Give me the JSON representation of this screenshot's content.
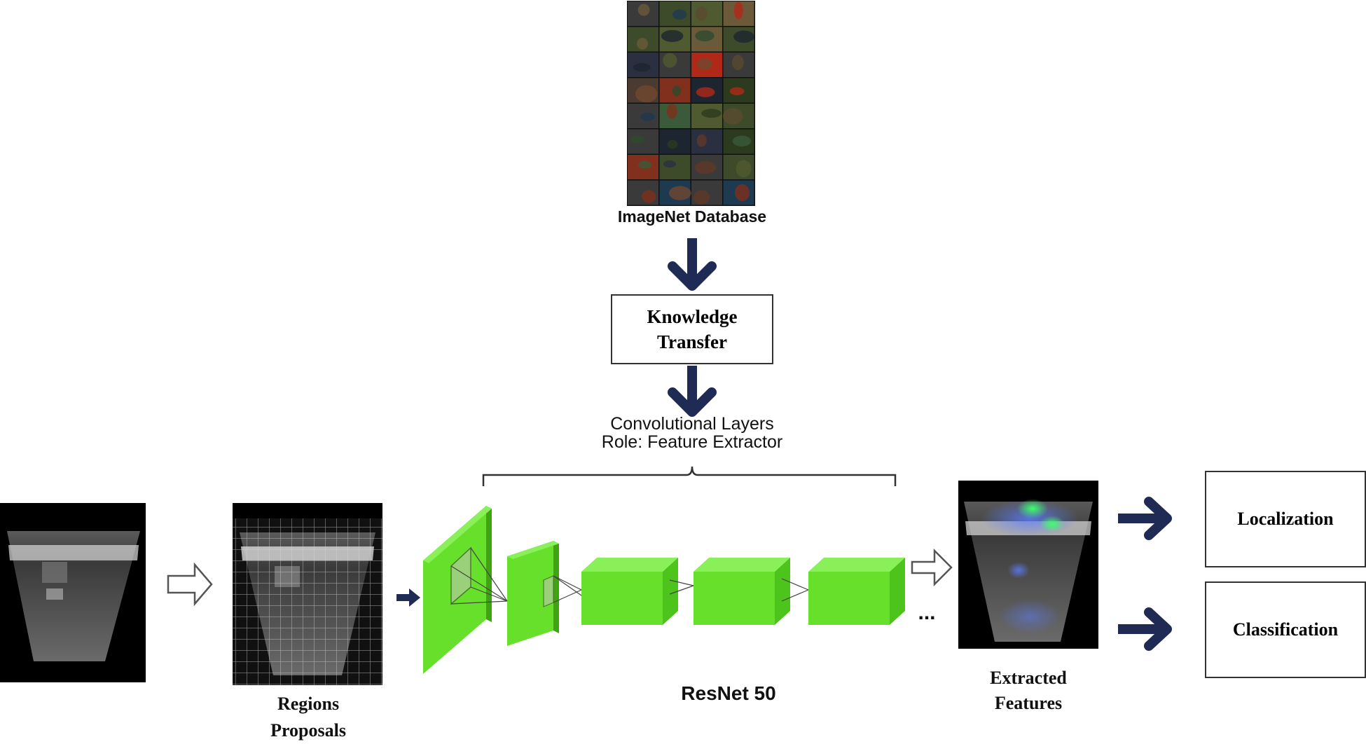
{
  "imagenet": {
    "label": "ImageNet Database"
  },
  "knowledge_transfer": {
    "line1": "Knowledge",
    "line2": "Transfer"
  },
  "conv_layers": {
    "line1": "Convolutional Layers",
    "line2": "Role: Feature Extractor"
  },
  "regions": {
    "line1": "Regions",
    "line2": "Proposals"
  },
  "resnet": {
    "label": "ResNet 50",
    "ellipsis": "..."
  },
  "extracted": {
    "line1": "Extracted",
    "line2": "Features"
  },
  "outputs": {
    "localization": "Localization",
    "classification": "Classification"
  },
  "colors": {
    "arrow_navy": "#1f2a55",
    "layer_green": "#66e02a",
    "layer_green_dark": "#3fa312",
    "layer_green_side": "#4cc41c"
  }
}
